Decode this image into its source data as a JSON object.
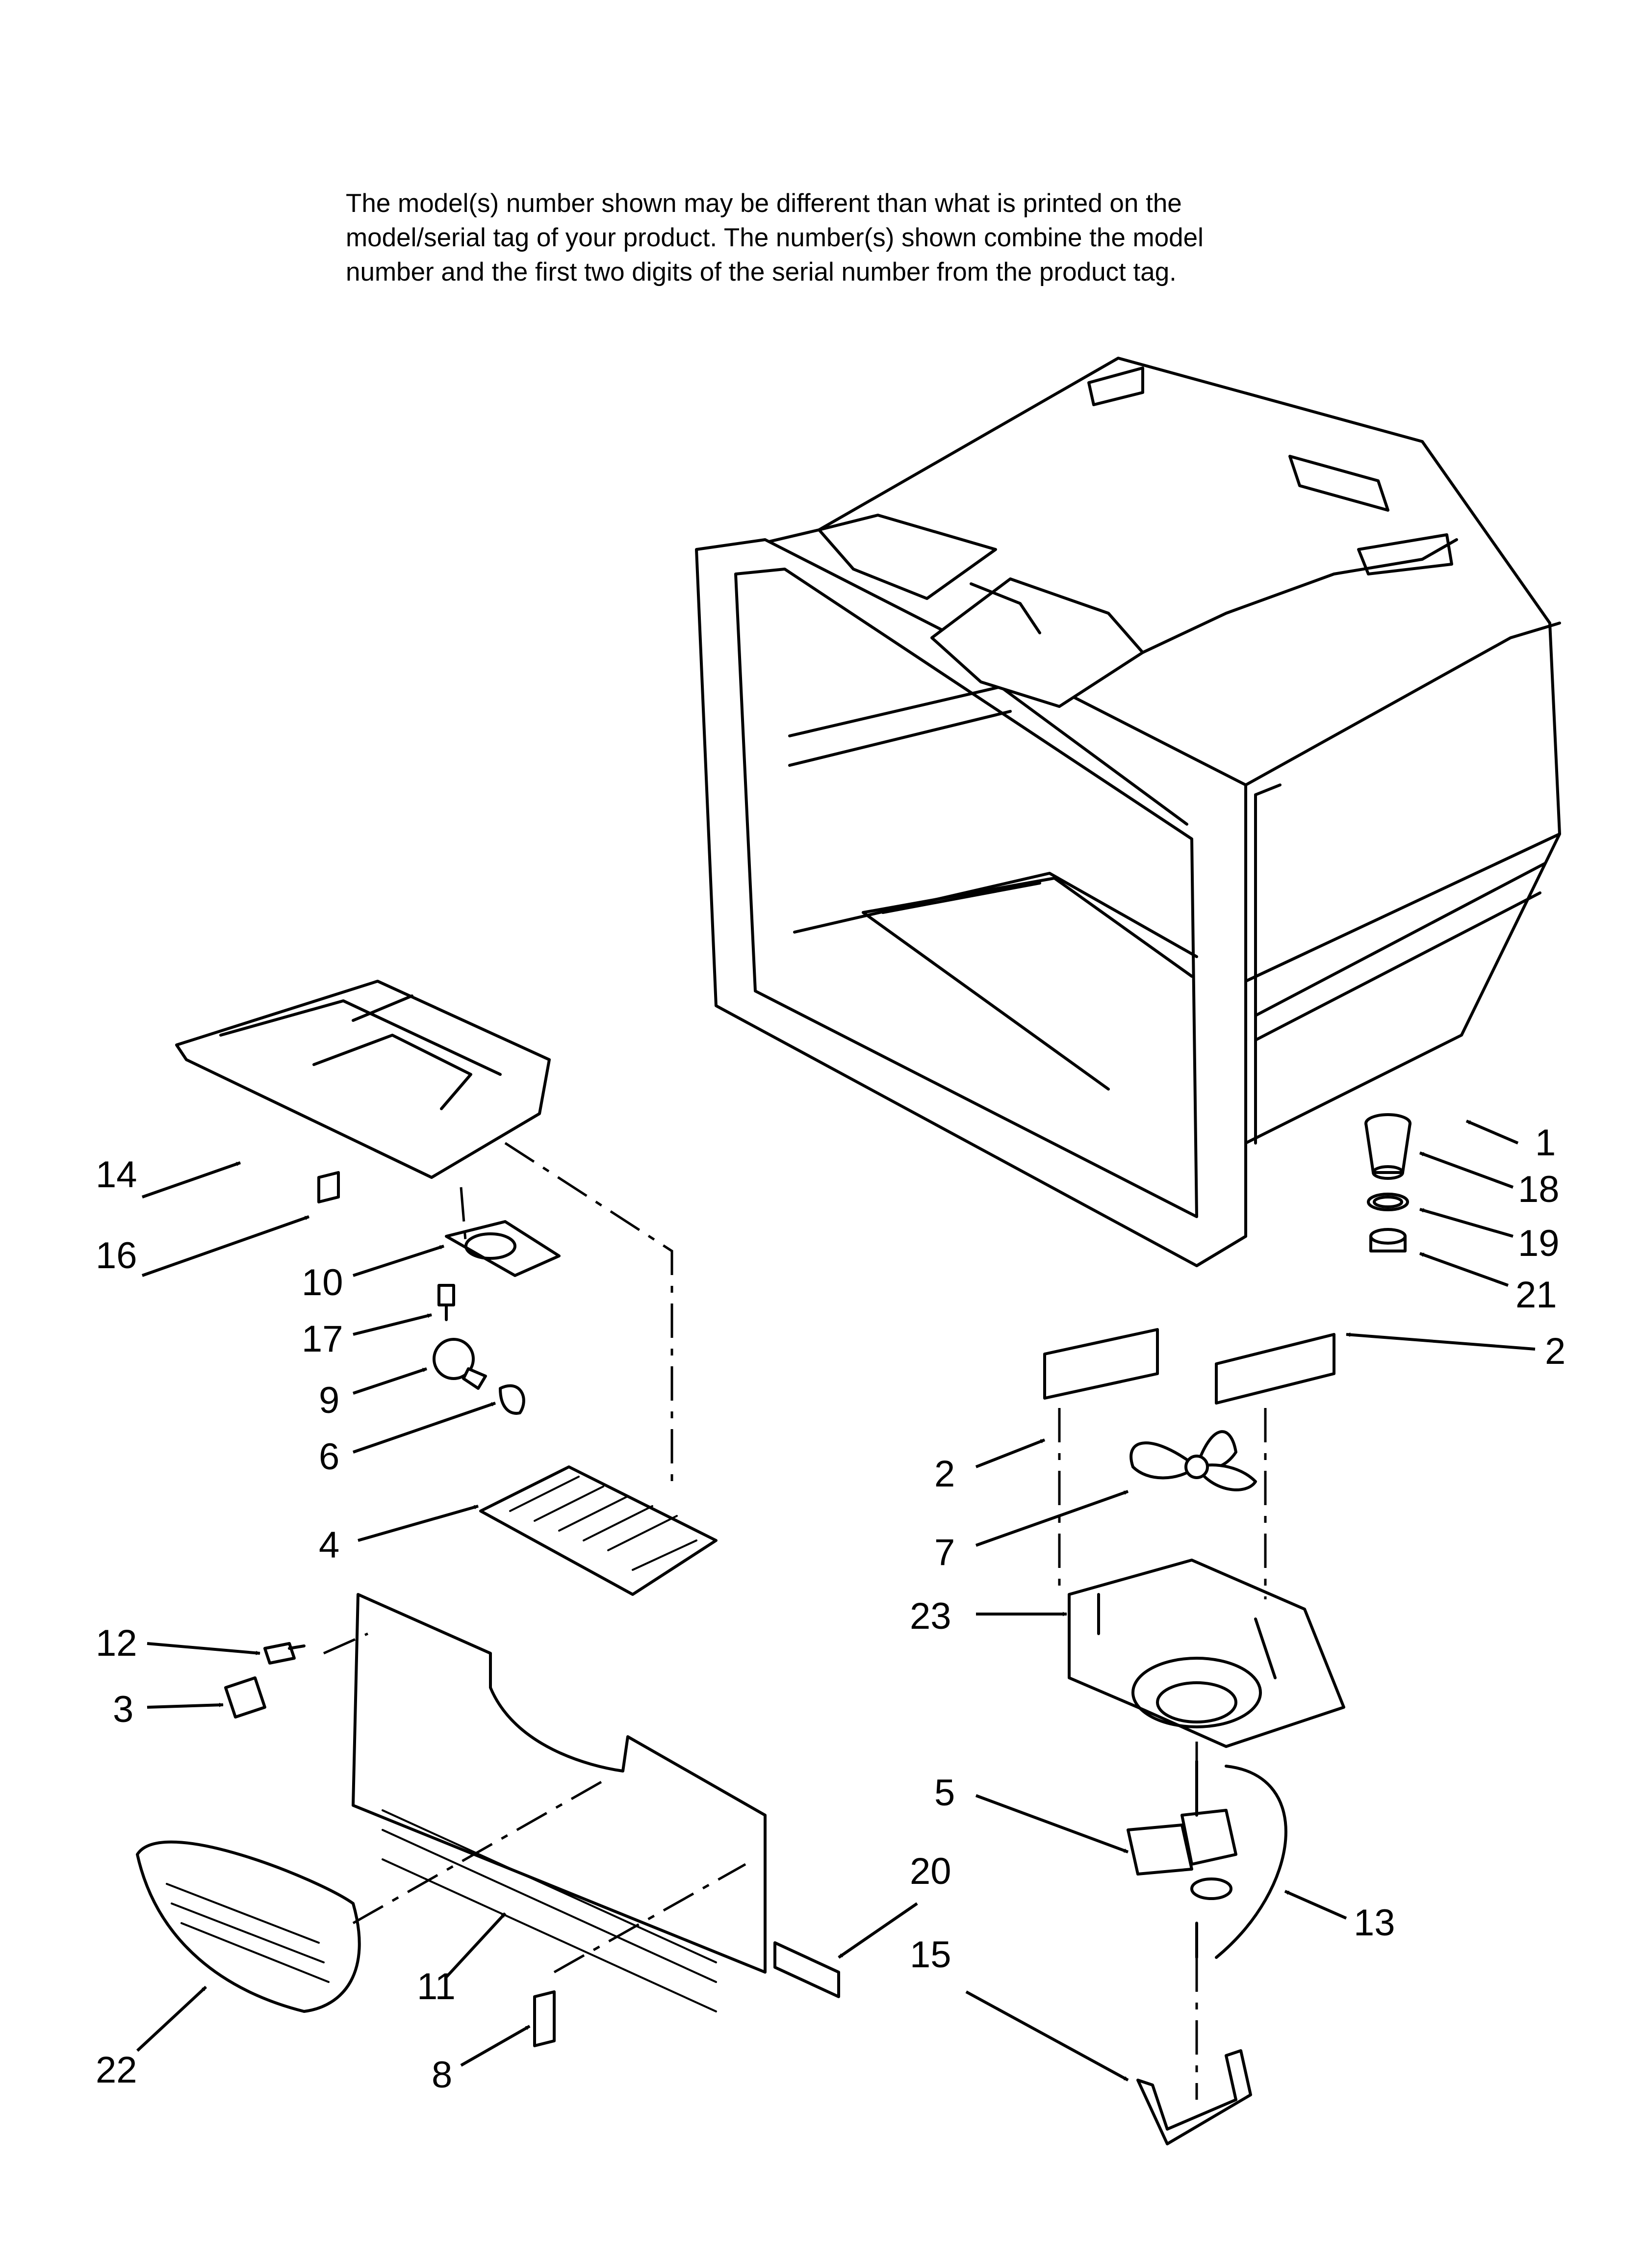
{
  "note": {
    "lines": [
      "The model(s) number shown may be different than what is printed on the",
      "model/serial tag of your product. The number(s) shown combine the model",
      "number and the first two digits of the serial number from the product tag."
    ]
  },
  "callouts": [
    "1",
    "18",
    "19",
    "21",
    "2",
    "2",
    "7",
    "23",
    "5",
    "13",
    "20",
    "15",
    "14",
    "16",
    "10",
    "17",
    "9",
    "6",
    "4",
    "12",
    "3",
    "11",
    "8",
    "22"
  ]
}
